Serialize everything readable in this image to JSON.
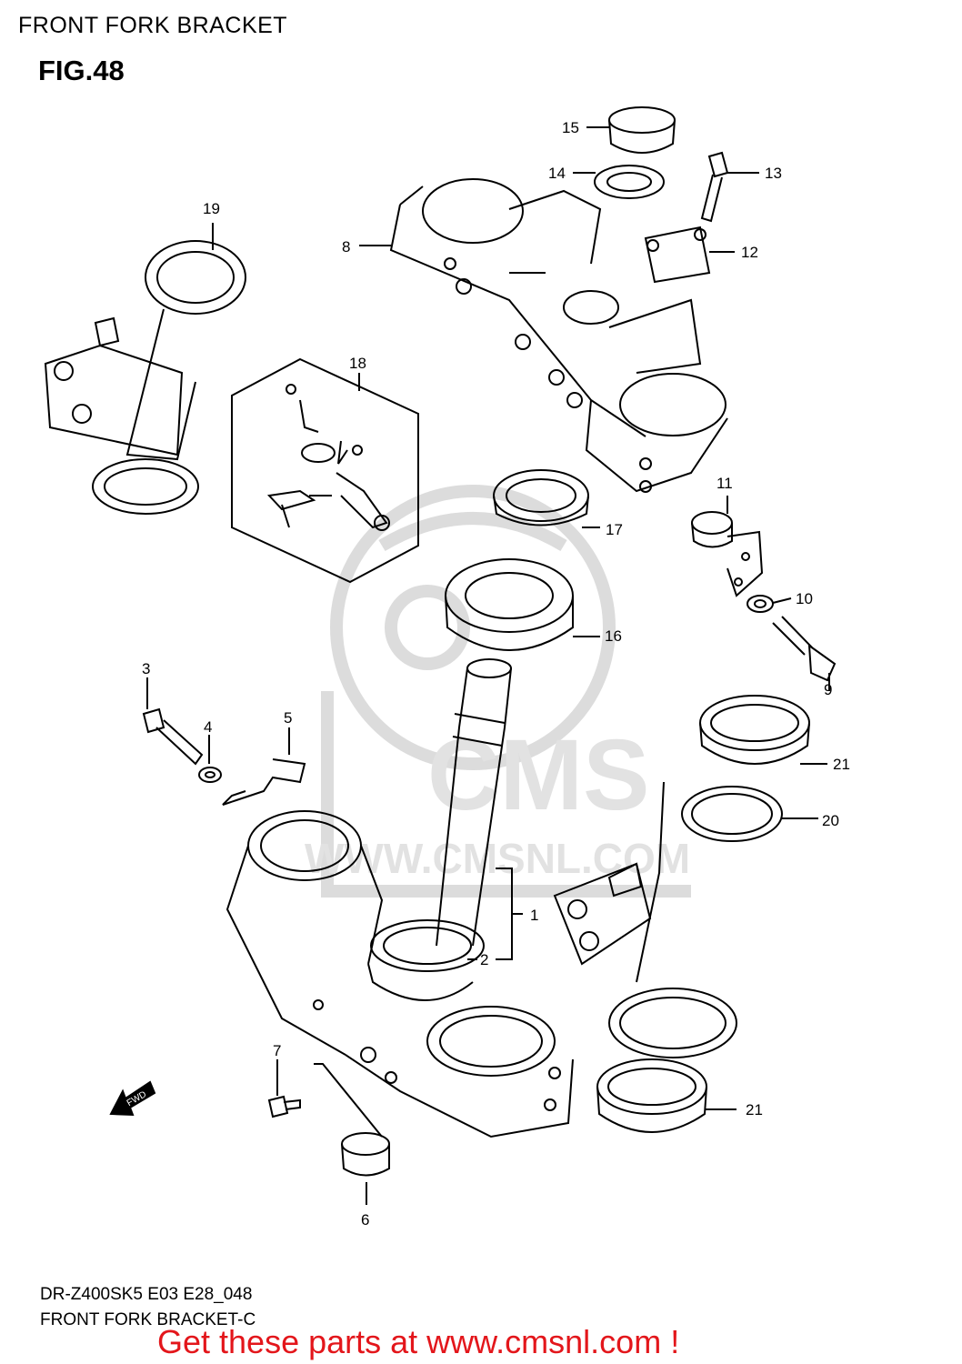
{
  "header": {
    "title": "FRONT FORK BRACKET",
    "figure": "FIG.48"
  },
  "callouts": [
    "1",
    "2",
    "3",
    "4",
    "5",
    "6",
    "7",
    "8",
    "9",
    "10",
    "11",
    "12",
    "13",
    "14",
    "15",
    "16",
    "17",
    "18",
    "19",
    "20",
    "21",
    "21"
  ],
  "direction_label": "FWD",
  "watermark": {
    "logo_text": "CMS",
    "url_text": "WWW.CMSNL.COM"
  },
  "footer": {
    "model_code": "DR-Z400SK5 E03 E28_048",
    "caption": "FRONT FORK BRACKET-C",
    "promo": "Get these parts at www.cmsnl.com !"
  },
  "colors": {
    "promo": "#e3161b",
    "line": "#000000",
    "watermark": "#d8d8d8"
  }
}
